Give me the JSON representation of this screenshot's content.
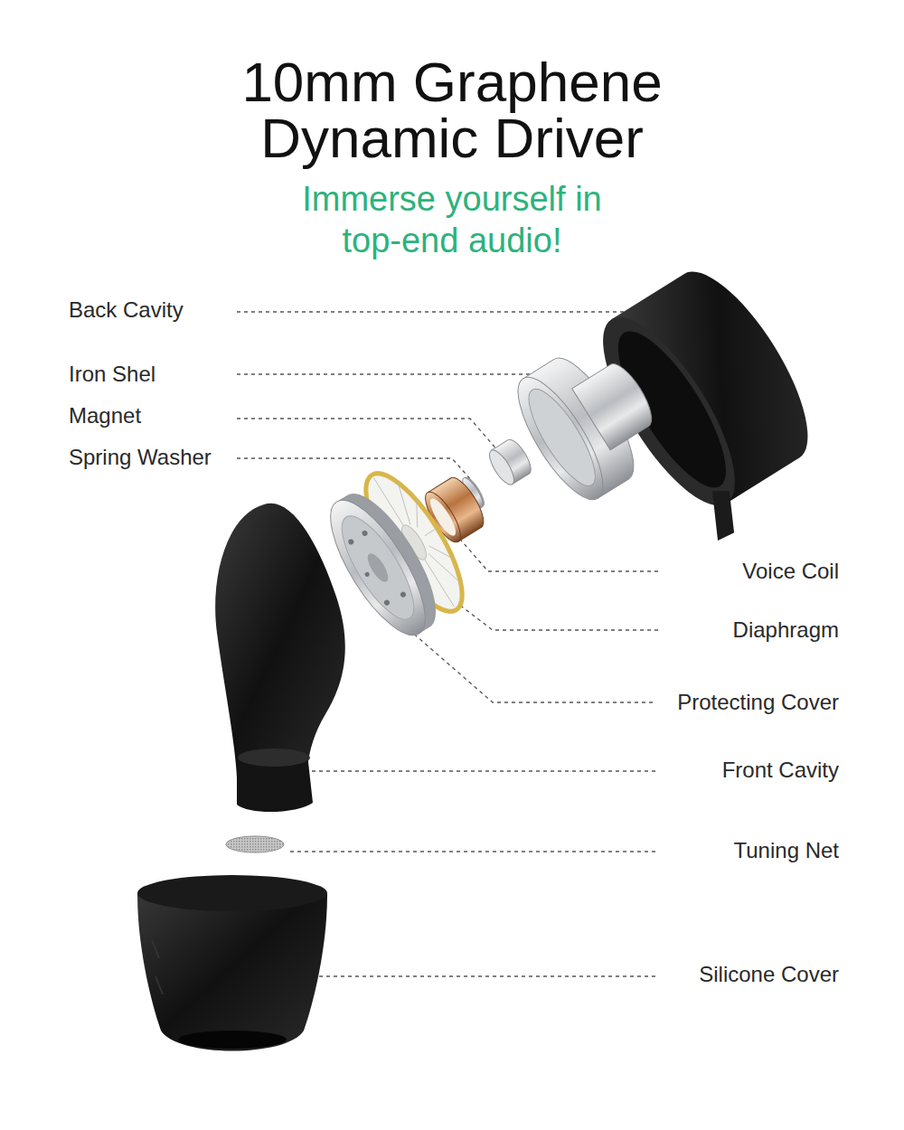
{
  "diagram": {
    "title": "10mm Graphene Dynamic Driver",
    "caption": "Immerse yourself in top-end audio!",
    "labels": [
      "Back Cavity",
      "Iron Shel",
      "Magnet",
      "Spring Washer",
      "Voice Coil",
      "Diaphragm",
      "Protecting Cover",
      "Front Cavity",
      "Tuning Net",
      "Silicone Cover"
    ]
  }
}
